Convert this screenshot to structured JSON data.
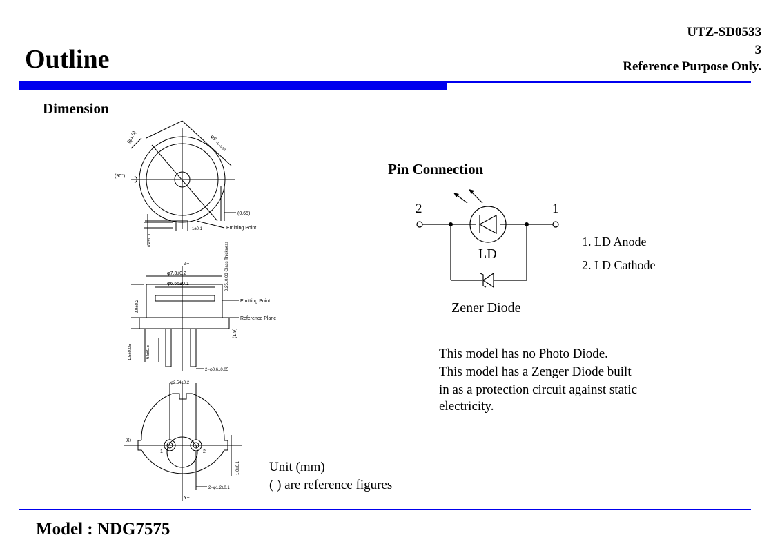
{
  "header": {
    "doc_id": "UTZ-SD0533",
    "page_number": "3",
    "reference_note": "Reference Purpose Only."
  },
  "page_title": "Outline",
  "dimension": {
    "heading": "Dimension",
    "top_view": {
      "phi16": "(φ1.6)",
      "phi9": "φ9",
      "phi9_tol": "+0 -0.03",
      "angle90": "(90°)",
      "dim065": "(0.65)",
      "dim1": "1±0.1",
      "dim04": "0.4±0.1",
      "emitting_point": "Emitting Point"
    },
    "side_view": {
      "z_plus": "Z+",
      "phi73": "φ7.3±0.2",
      "phi665": "φ6.65±0.1",
      "glass": "0.25±0.03 Glass Thickness",
      "dim29": "2.9±0.2",
      "emitting_point": "Emitting Point",
      "reference_plane": "Reference Plane",
      "dim19": "(1.9)",
      "dim15": "1.5±0.05",
      "dim65": "6.5±0.5",
      "pin_dia": "2−φ0.6±0.05"
    },
    "bottom_view": {
      "phi254": "φ2.54±0.2",
      "x_plus": "X+",
      "y_plus": "Y+",
      "pin1": "1",
      "pin2": "2",
      "dim10": "1.0±0.1",
      "phi12": "2−φ1.2±0.1"
    },
    "unit_line1": "Unit (mm)",
    "unit_line2": "( ) are reference figures"
  },
  "pin_connection": {
    "heading": "Pin Connection",
    "pin_left": "2",
    "pin_right": "1",
    "ld_label": "LD",
    "zener_label": "Zener Diode",
    "legend": [
      "1. LD Anode",
      "2. LD Cathode"
    ]
  },
  "notes": [
    "This model has no Photo Diode.",
    "This model has a Zenger Diode built",
    "in as a protection circuit against static",
    "electricity."
  ],
  "footer": {
    "model": "Model : NDG7575"
  }
}
